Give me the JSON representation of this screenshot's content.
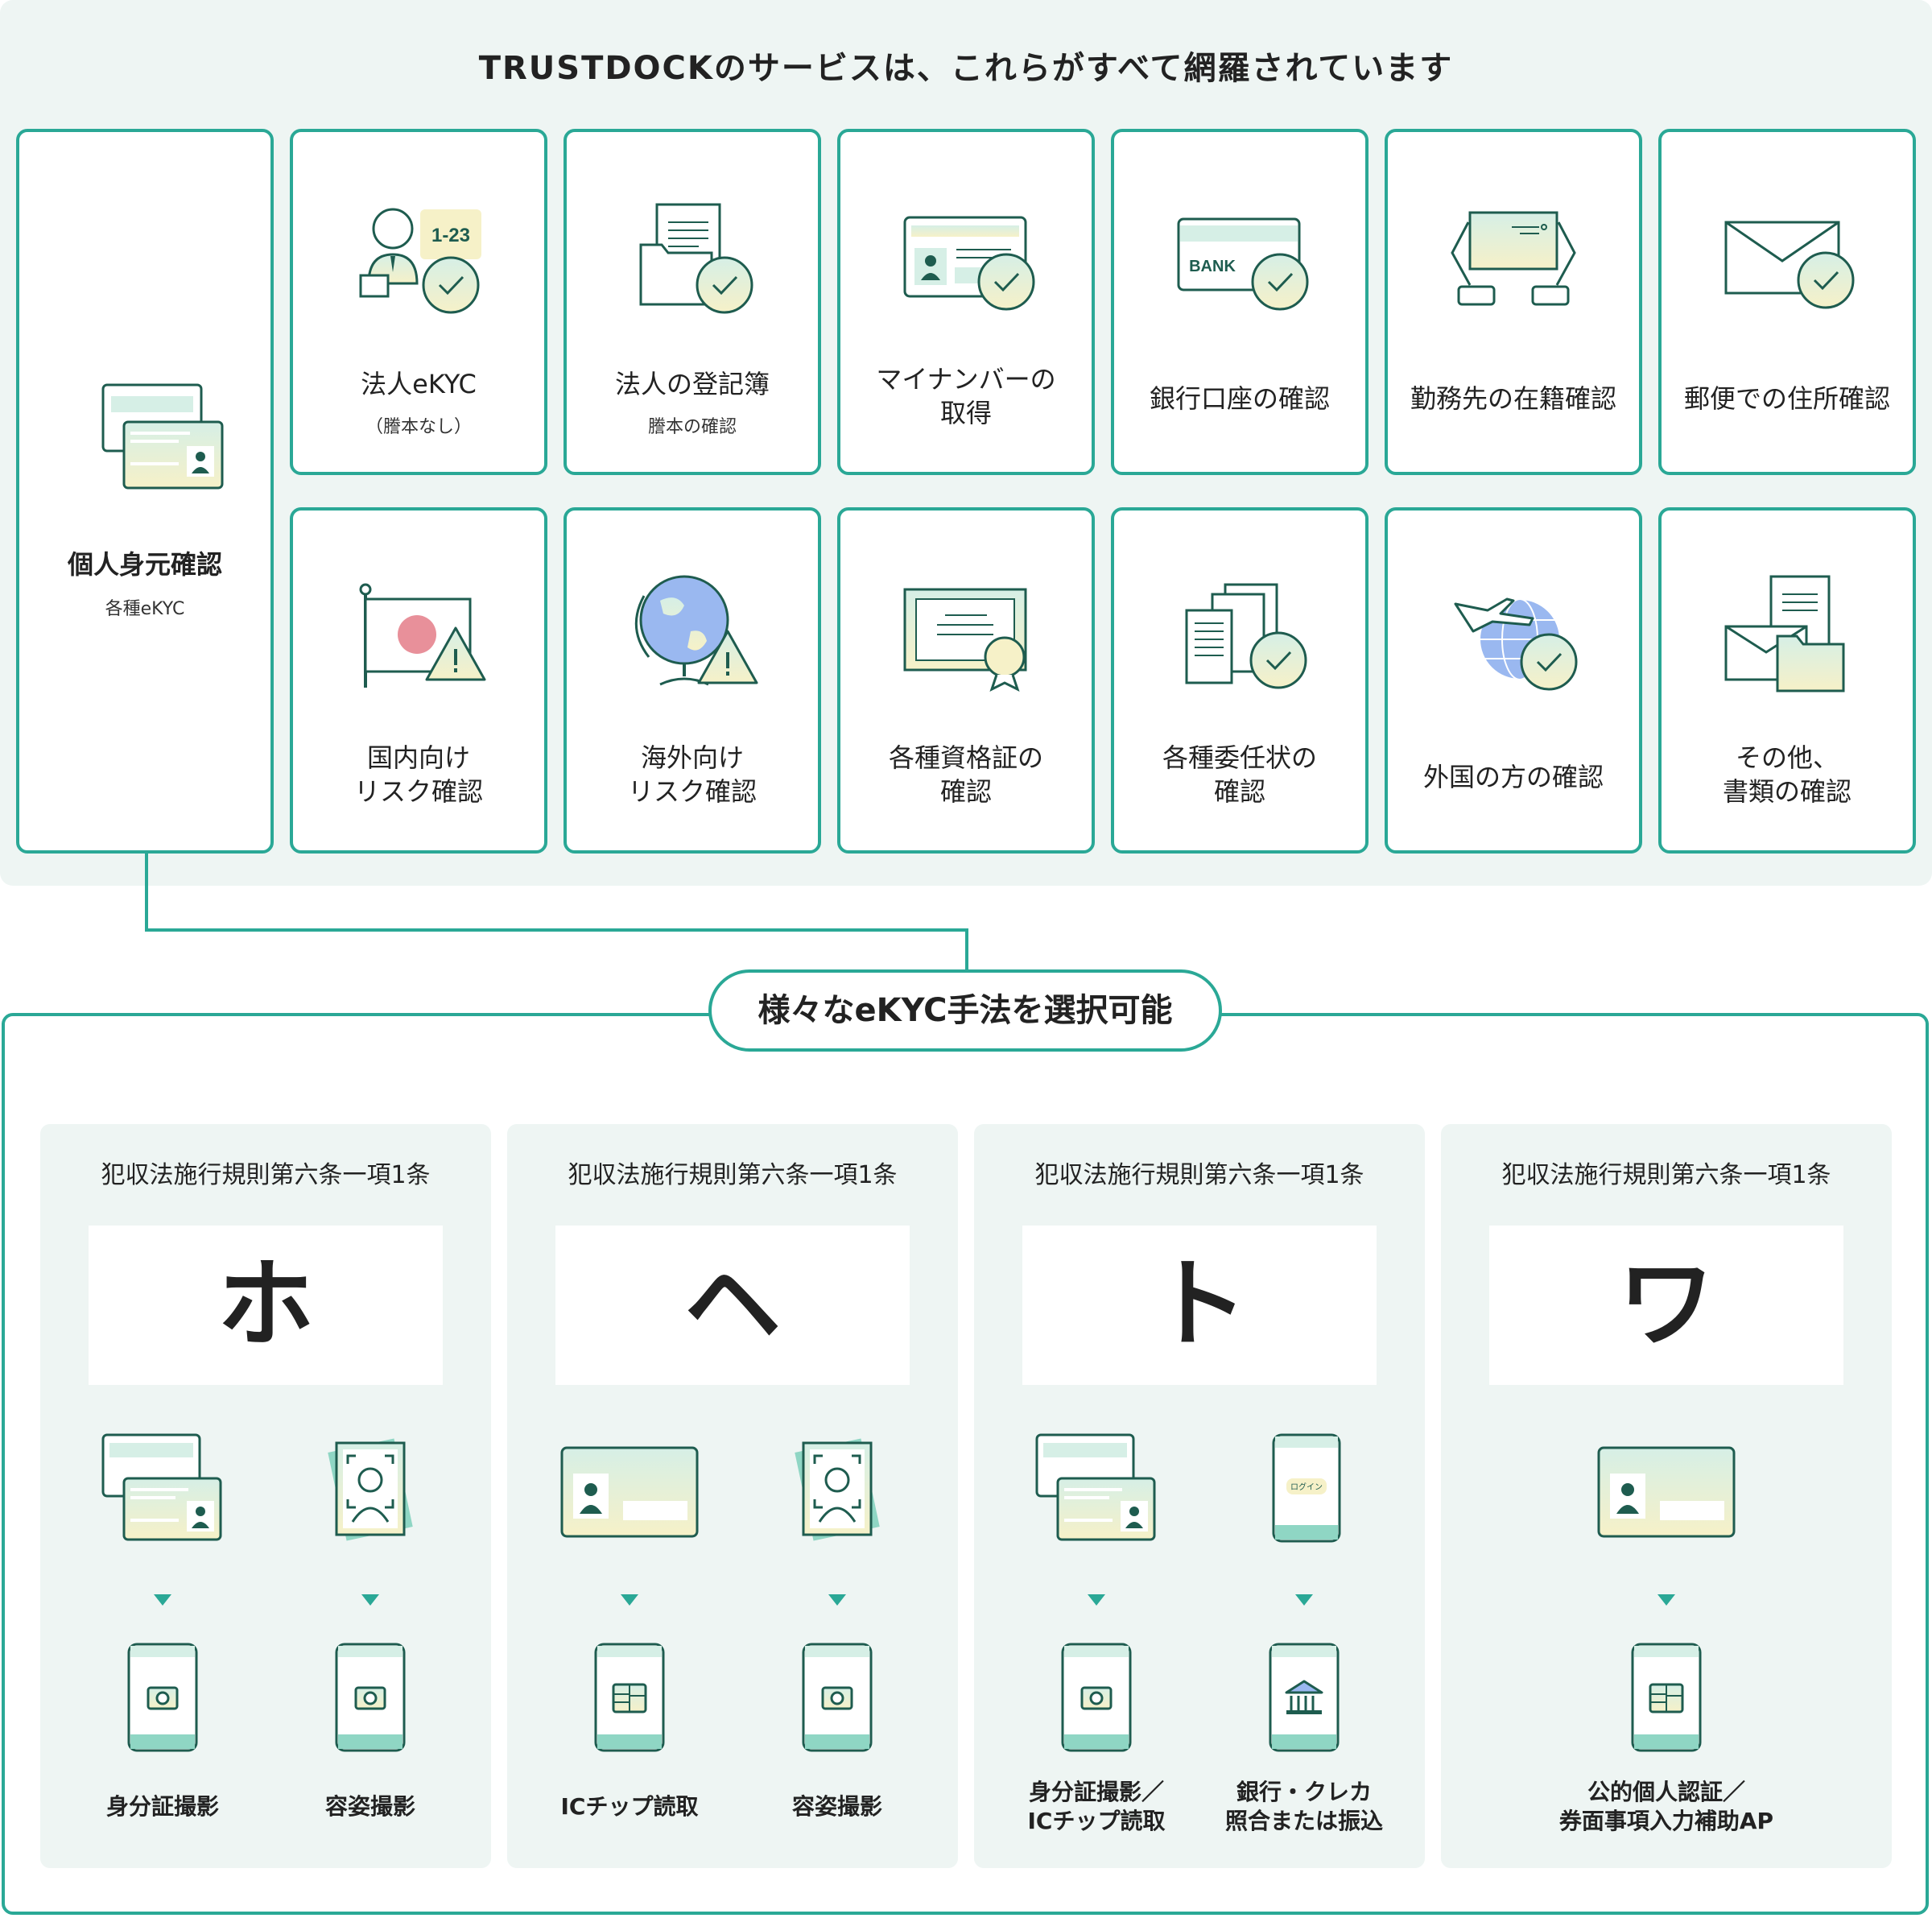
{
  "title": "TRUSTDOCKのサービスは、これらがすべて網羅されています",
  "personal": {
    "label": "個人身元確認",
    "sub": "各種eKYC"
  },
  "services": [
    {
      "label": "法人eKYC",
      "sub": "（謄本なし）",
      "icon": "corporate-ekyc-icon"
    },
    {
      "label": "法人の登記簿",
      "sub": "謄本の確認",
      "icon": "corporate-registry-icon"
    },
    {
      "label": "マイナンバーの\n取得",
      "sub": "",
      "icon": "mynumber-card-icon"
    },
    {
      "label": "銀行口座の確認",
      "sub": "",
      "icon": "bank-card-icon",
      "badge": "BANK"
    },
    {
      "label": "勤務先の在籍確認",
      "sub": "",
      "icon": "employment-card-icon"
    },
    {
      "label": "郵便での住所確認",
      "sub": "",
      "icon": "mail-envelope-icon"
    },
    {
      "label": "国内向け\nリスク確認",
      "sub": "",
      "icon": "japan-flag-warning-icon"
    },
    {
      "label": "海外向け\nリスク確認",
      "sub": "",
      "icon": "globe-warning-icon"
    },
    {
      "label": "各種資格証の\n確認",
      "sub": "",
      "icon": "certificate-icon"
    },
    {
      "label": "各種委任状の\n確認",
      "sub": "",
      "icon": "documents-icon"
    },
    {
      "label": "外国の方の確認",
      "sub": "",
      "icon": "airplane-globe-icon"
    },
    {
      "label": "その他、\n書類の確認",
      "sub": "",
      "icon": "envelope-folder-icon"
    }
  ],
  "corp_badge": "1-23",
  "methods_title": "様々なeKYC手法を選択可能",
  "methods": [
    {
      "law": "犯収法施行規則第六条一項1条",
      "kana": "ホ",
      "items": [
        {
          "label": "身分証撮影",
          "top": "id-cards",
          "bottom": "camera"
        },
        {
          "label": "容姿撮影",
          "top": "face-photo",
          "bottom": "camera"
        }
      ]
    },
    {
      "law": "犯収法施行規則第六条一項1条",
      "kana": "ヘ",
      "items": [
        {
          "label": "ICチップ読取",
          "top": "id-card",
          "bottom": "chip"
        },
        {
          "label": "容姿撮影",
          "top": "face-photo",
          "bottom": "camera"
        }
      ]
    },
    {
      "law": "犯収法施行規則第六条一項1条",
      "kana": "ト",
      "items": [
        {
          "label": "身分証撮影／\nICチップ読取",
          "top": "id-cards",
          "bottom": "camera"
        },
        {
          "label": "銀行・クレカ\n照合または振込",
          "top": "phone-login",
          "bottom": "bank"
        }
      ]
    },
    {
      "law": "犯収法施行規則第六条一項1条",
      "kana": "ワ",
      "items": [
        {
          "label": "公的個人認証／\n券面事項入力補助AP",
          "top": "id-card",
          "bottom": "chip"
        }
      ]
    }
  ],
  "login_text": "ログイン",
  "colors": {
    "accent": "#2aa896",
    "dark": "#1e5c4f",
    "panel": "#eef5f3",
    "gradient_top": "#d6efe6",
    "gradient_bottom": "#f6f1c8",
    "flag_red": "#e8909a",
    "globe_blue": "#9ab8f0"
  }
}
